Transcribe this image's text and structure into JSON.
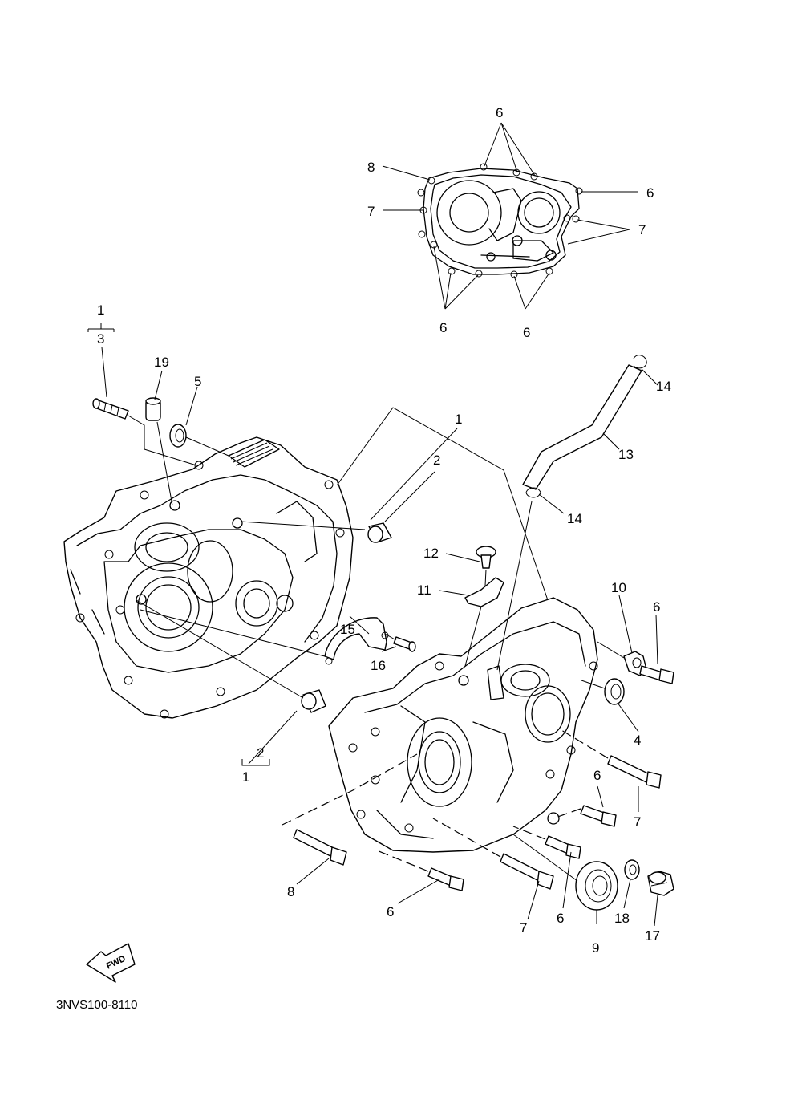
{
  "diagram_code": "3NVS100-8110",
  "fwd_label": "FWD",
  "callouts": {
    "top_6": "6",
    "top_8": "8",
    "top_6_right": "6",
    "top_7_left": "7",
    "top_7_right": "7",
    "top_6_bottom_left": "6",
    "top_6_bottom_right": "6",
    "bracket_1": "1",
    "bracket_3": "3",
    "part_19": "19",
    "part_5": "5",
    "part_1_center": "1",
    "part_2_center": "2",
    "part_14_top": "14",
    "part_13": "13",
    "part_14_mid": "14",
    "part_12": "12",
    "part_11": "11",
    "part_10": "10",
    "part_6_right": "6",
    "part_15": "15",
    "part_16": "16",
    "part_4": "4",
    "bracket2_2": "2",
    "bracket2_1": "1",
    "part_6_mid": "6",
    "part_7_right": "7",
    "part_8_bottom": "8",
    "part_6_bottom": "6",
    "part_7_bottom": "7",
    "part_6_bottom2": "6",
    "part_18": "18",
    "part_9": "9",
    "part_17": "17"
  }
}
